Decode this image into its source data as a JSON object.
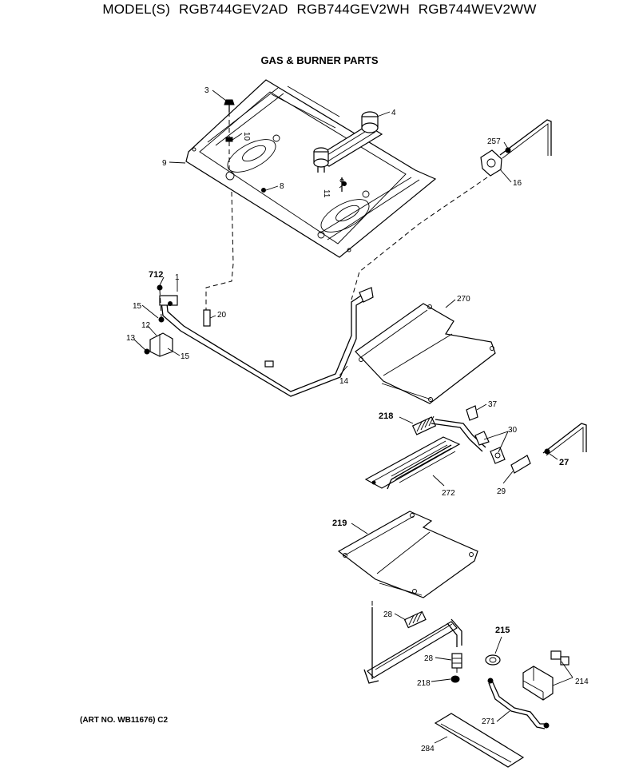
{
  "header": {
    "model_prefix": "MODEL(S)",
    "models": [
      "RGB744GEV2AD",
      "RGB744GEV2WH",
      "RGB744WEV2WW"
    ]
  },
  "diagram": {
    "title": "GAS & BURNER PARTS",
    "art_number": "(ART NO. WB11676) C2",
    "callouts": {
      "c3": "3",
      "c4": "4",
      "c10": "10",
      "c9": "9",
      "c8": "8",
      "c11": "11",
      "c257": "257",
      "c16": "16",
      "c712": "712",
      "c1": "1",
      "c15a": "15",
      "c12": "12",
      "c13": "13",
      "c15b": "15",
      "c20": "20",
      "c14": "14",
      "c270": "270",
      "c218a": "218",
      "c37": "37",
      "c30": "30",
      "c27": "27",
      "c29": "29",
      "c272": "272",
      "c219": "219",
      "c28a": "28",
      "c215": "215",
      "c28b": "28",
      "c218b": "218",
      "c214": "214",
      "c271": "271",
      "c284": "284"
    }
  }
}
